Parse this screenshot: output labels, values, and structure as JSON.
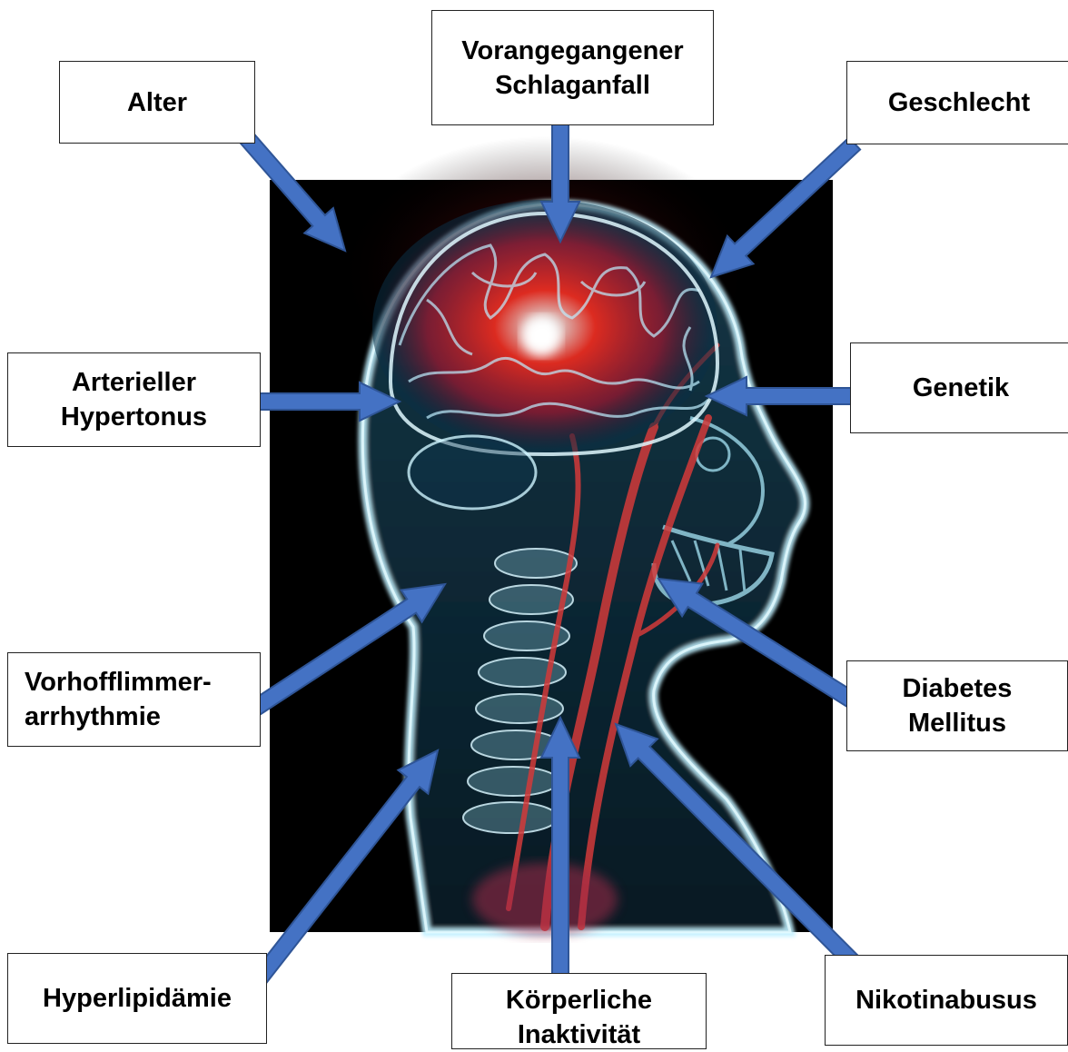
{
  "colors": {
    "arrow": "#4472C4",
    "arrow_stroke": "#2F5597",
    "background": "#000000",
    "head_glow": "#8fd3ee",
    "brain_red": "#ff1a1a",
    "vessel_red": "#c0392b"
  },
  "central_image": {
    "name": "x-ray head with glowing brain stroke",
    "icon": "brain-stroke-xray-image"
  },
  "labels": {
    "alter": [
      "Alter"
    ],
    "vorangegangener": [
      "Vorangegangener",
      "Schlaganfall"
    ],
    "geschlecht": [
      "Geschlecht"
    ],
    "arterieller": [
      "Arterieller",
      "Hypertonus"
    ],
    "genetik": [
      "Genetik"
    ],
    "vorhof": [
      "Vorhofflimmer-",
      "arrhythmie"
    ],
    "diabetes": [
      "Diabetes",
      "Mellitus"
    ],
    "hyperlipid": [
      "Hyperlipidämie"
    ],
    "koerperliche": [
      "Körperliche",
      "Inaktivität"
    ],
    "nikotin": [
      "Nikotinabusus"
    ]
  }
}
